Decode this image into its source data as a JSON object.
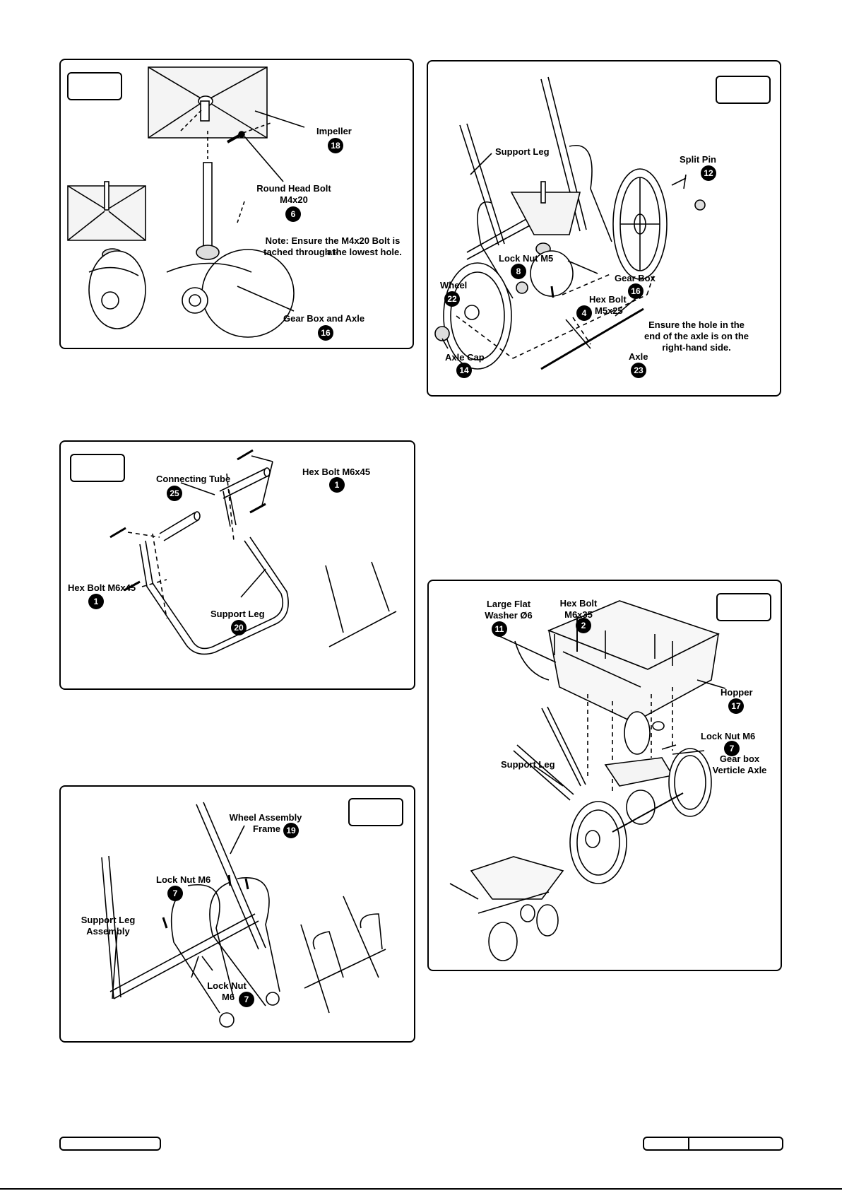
{
  "figure1": {
    "impeller": {
      "label": "Impeller",
      "num": "18"
    },
    "bolt": {
      "label_line1": "Round Head Bolt",
      "label_line2": "M4x20",
      "num": "6"
    },
    "note_line1": "Note: Ensure the M4x20 Bolt is at-",
    "note_line2": "tached through the lowest hole.",
    "gearbox": {
      "label": "Gear Box and Axle",
      "num": "16"
    }
  },
  "figure2": {
    "support_leg": {
      "label": "Support Leg"
    },
    "split_pin": {
      "label": "Split Pin",
      "num": "12"
    },
    "lock_nut": {
      "label": "Lock Nut M5",
      "num": "8"
    },
    "gear_box": {
      "label": "Gear Box",
      "num": "16"
    },
    "wheel": {
      "label": "Wheel",
      "num": "22"
    },
    "hex_bolt": {
      "label_line1": "Hex Bolt",
      "label_line2": "M5x25",
      "num": "4"
    },
    "note_line1": "Ensure the hole in the",
    "note_line2": "end of the axle is on the",
    "note_line3": "right-hand side.",
    "axle_cap": {
      "label": "Axle Cap",
      "num": "14"
    },
    "axle": {
      "label": "Axle",
      "num": "23"
    }
  },
  "figure3": {
    "connecting_tube": {
      "label": "Connecting Tube",
      "num": "25"
    },
    "hex_bolt_top": {
      "label": "Hex Bolt M6x45",
      "num": "1"
    },
    "hex_bolt_left": {
      "label": "Hex Bolt M6x45",
      "num": "1"
    },
    "support_leg": {
      "label": "Support Leg",
      "num": "20"
    }
  },
  "figure4": {
    "large_washer": {
      "label_line1": "Large Flat",
      "label_line2": "Washer Ø6",
      "num": "11"
    },
    "hex_bolt": {
      "label_line1": "Hex Bolt",
      "label_line2": "M6x35",
      "num": "2"
    },
    "hopper": {
      "label": "Hopper",
      "num": "17"
    },
    "lock_nut": {
      "label": "Lock Nut M6",
      "num": "7"
    },
    "gearbox_axle": {
      "label_line1": "Gear box",
      "label_line2": "Verticle Axle"
    },
    "support_leg": {
      "label": "Support Leg"
    }
  },
  "figure5": {
    "frame": {
      "label_line1": "Wheel Assembly",
      "label_line2": "Frame",
      "num": "19"
    },
    "lock_nut_top": {
      "label": "Lock Nut M6",
      "num": "7"
    },
    "support_leg": {
      "label_line1": "Support Leg",
      "label_line2": "Assembly"
    },
    "lock_nut_bottom": {
      "label_line1": "Lock Nut",
      "label_line2": "M6",
      "num": "7"
    }
  }
}
